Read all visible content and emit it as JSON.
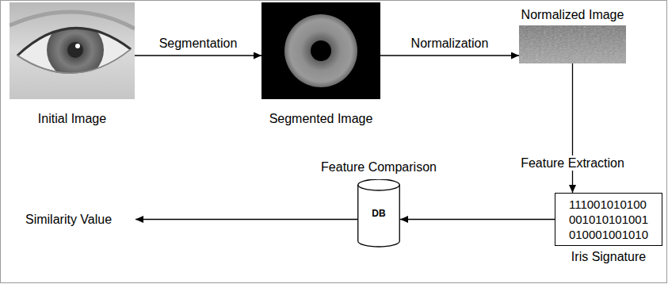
{
  "diagram": {
    "nodes": [
      {
        "text": [
          "Initial Image"
        ]
      },
      {
        "text": [
          "Segmented Image"
        ]
      },
      {
        "text": [
          "Normalized Image"
        ]
      },
      {
        "text": [
          "111001010100 001010101001 010001001010",
          "Iris Signature"
        ]
      },
      {
        "text": [
          "Feature Comparison",
          "DB"
        ]
      },
      {
        "text": [
          "Similarity Value"
        ]
      }
    ],
    "edges": [
      {
        "from": 0,
        "to": 1,
        "arrow": "to",
        "label": "Segmentation"
      },
      {
        "from": 1,
        "to": 2,
        "arrow": "to",
        "label": "Normalization"
      },
      {
        "from": 2,
        "to": 3,
        "arrow": "to",
        "label": "Feature Extraction"
      },
      {
        "from": 3,
        "to": 4,
        "arrow": "to"
      },
      {
        "from": 4,
        "to": 5,
        "arrow": "to"
      }
    ]
  }
}
